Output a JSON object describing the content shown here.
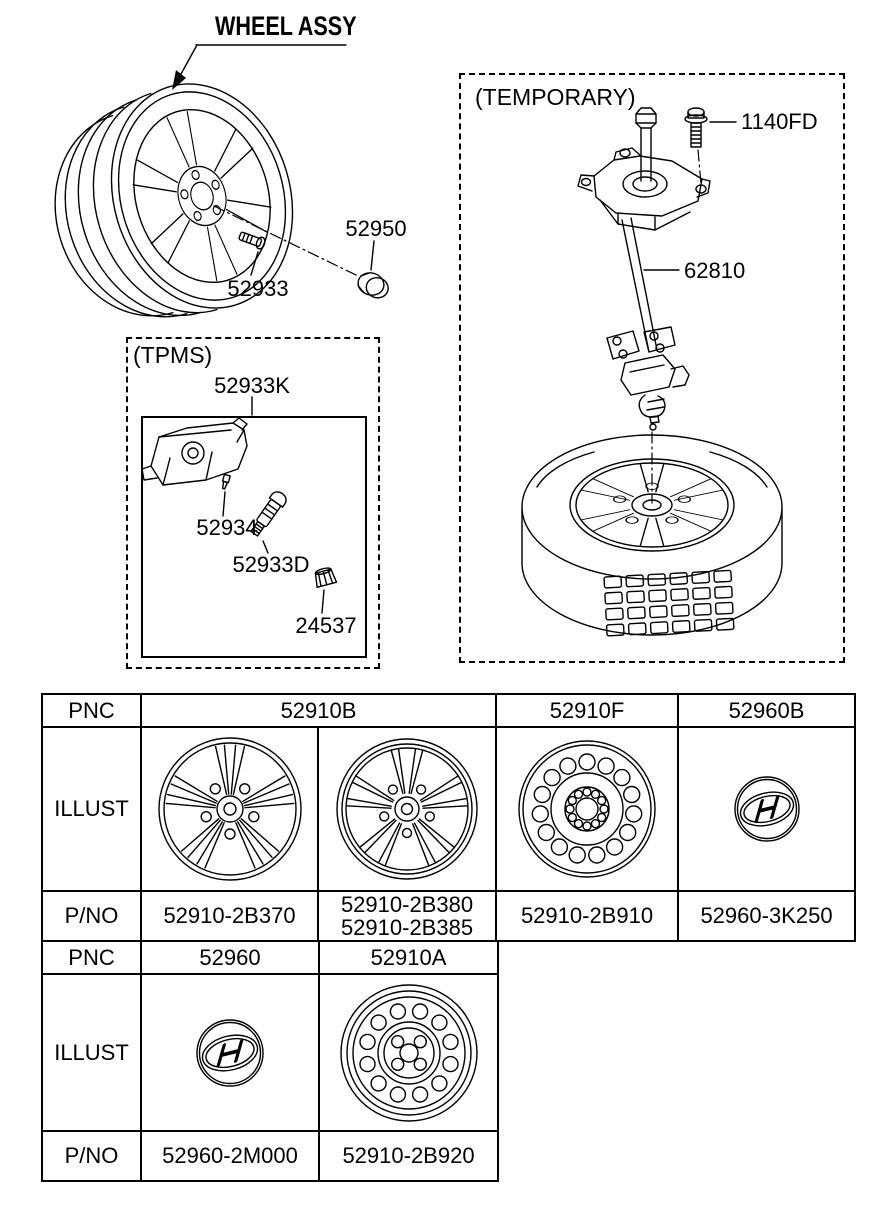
{
  "main_diagram": {
    "title": "WHEEL ASSY",
    "parts": {
      "valve": "52933",
      "wheel_nut": "52950"
    }
  },
  "tpms": {
    "box_title": "(TPMS)",
    "kit": "52933K",
    "screw": "52934",
    "valve": "52933D",
    "valve_cap": "24537"
  },
  "temporary": {
    "box_title": "(TEMPORARY)",
    "bolt": "1140FD",
    "carrier": "62810"
  },
  "table": {
    "row_headers": {
      "pnc": "PNC",
      "illust": "ILLUST",
      "pno": "P/NO"
    },
    "section1": {
      "pnc": [
        "52910B",
        "52910F",
        "52960B"
      ],
      "illust_icons": [
        "alloy-wheel-5-spoke",
        "alloy-wheel-split-spoke",
        "steel-wheel",
        "hyundai-center-cap"
      ],
      "pno": [
        "52910-2B370",
        "52910-2B380",
        "52910-2B385",
        "52910-2B910",
        "52960-3K250"
      ]
    },
    "section2": {
      "pnc": [
        "52960",
        "52910A"
      ],
      "illust_icons": [
        "hyundai-center-cap",
        "steel-spare-wheel"
      ],
      "pno": [
        "52960-2M000",
        "52910-2B920"
      ]
    }
  },
  "colors": {
    "line": "#000000",
    "background": "#ffffff"
  }
}
